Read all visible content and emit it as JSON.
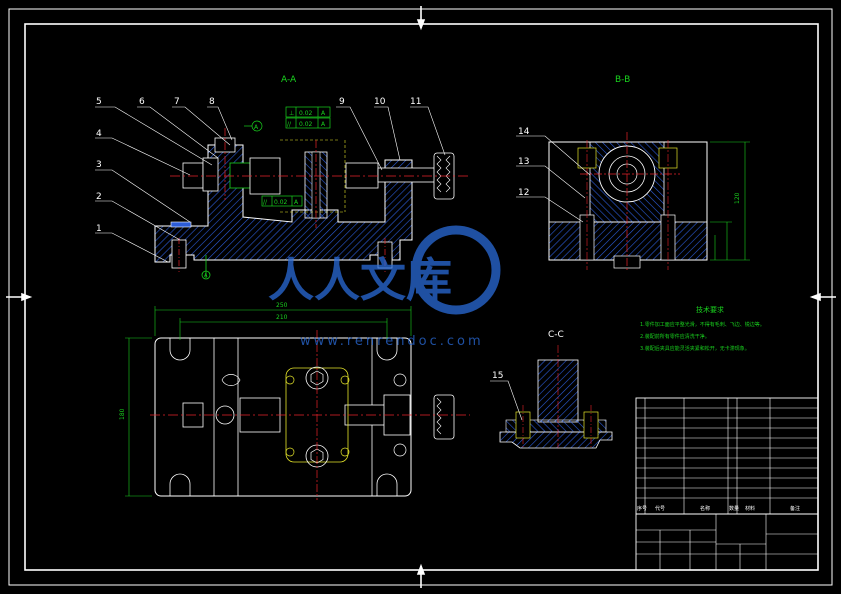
{
  "views": {
    "section_aa": "A-A",
    "section_bb": "B-B",
    "section_cc": "C-C"
  },
  "part_numbers": [
    "1",
    "2",
    "3",
    "4",
    "5",
    "6",
    "7",
    "8",
    "9",
    "10",
    "11",
    "12",
    "13",
    "14",
    "15"
  ],
  "tolerance_frames": [
    {
      "symbol": "⊥",
      "value": "0.02",
      "datum": "A"
    },
    {
      "symbol": "//",
      "value": "0.02",
      "datum": "A"
    },
    {
      "symbol": "//",
      "value": "0.02",
      "datum": "A"
    }
  ],
  "datum_label": "A",
  "dimensions": {
    "overall_width": "250",
    "inner_width": "210",
    "plan_height": "180",
    "side_height": "120"
  },
  "watermark": {
    "brand": "人人文库",
    "url": "www.renrendoc.com"
  },
  "tech_requirements": {
    "title": "技术要求",
    "lines": [
      "1.零件加工面应平整光滑，不得有毛刺、飞边、锐边等。",
      "2.装配前所有零件应清洗干净。",
      "3.装配后夹具应能灵活夹紧和松开，无卡滞现象。"
    ]
  },
  "title_block": {
    "headers": [
      "序号",
      "代号",
      "名称",
      "数量",
      "材料",
      "备注"
    ]
  },
  "colors": {
    "frame": "#ffffff",
    "outline": "#ffffff",
    "hatch": "#2c5cd8",
    "centerline": "#e8232a",
    "dimension": "#1ec82a",
    "hidden": "#e6e62a",
    "cyan": "#22d6e6",
    "watermark": "#2a6bd8"
  }
}
